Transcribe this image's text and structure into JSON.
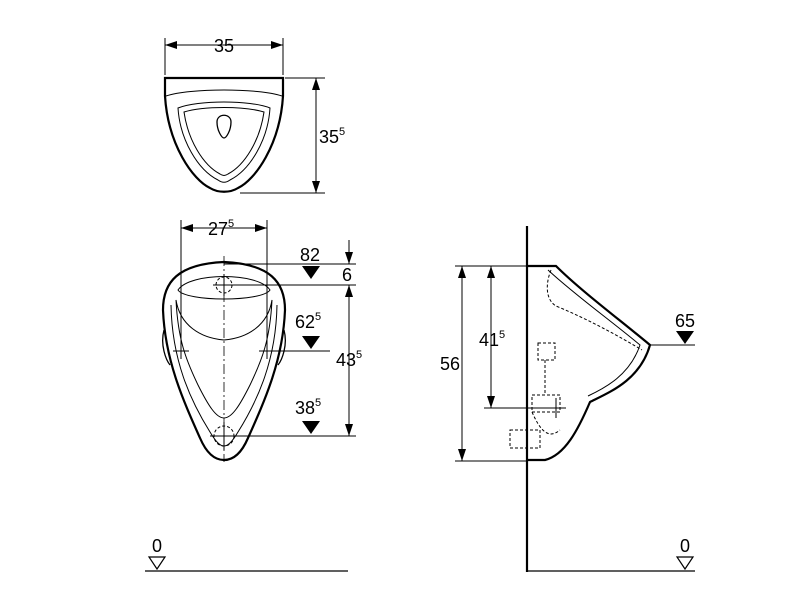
{
  "top_view": {
    "width": {
      "main": "35",
      "sup": ""
    },
    "depth": {
      "main": "35",
      "sup": "5"
    }
  },
  "front_view": {
    "hole_spacing": {
      "main": "27",
      "sup": "5"
    },
    "supply_height": {
      "main": "82",
      "sup": ""
    },
    "supply_offset": {
      "main": "6",
      "sup": ""
    },
    "fixing_height": {
      "main": "62",
      "sup": "5"
    },
    "outlet_distance": {
      "main": "43",
      "sup": "5"
    },
    "outlet_height": {
      "main": "38",
      "sup": "5"
    },
    "floor_level": "0"
  },
  "side_view": {
    "overall_height": {
      "main": "56",
      "sup": ""
    },
    "fixing_distance": {
      "main": "41",
      "sup": "5"
    },
    "rim_height": {
      "main": "65",
      "sup": ""
    },
    "floor_level": "0"
  }
}
